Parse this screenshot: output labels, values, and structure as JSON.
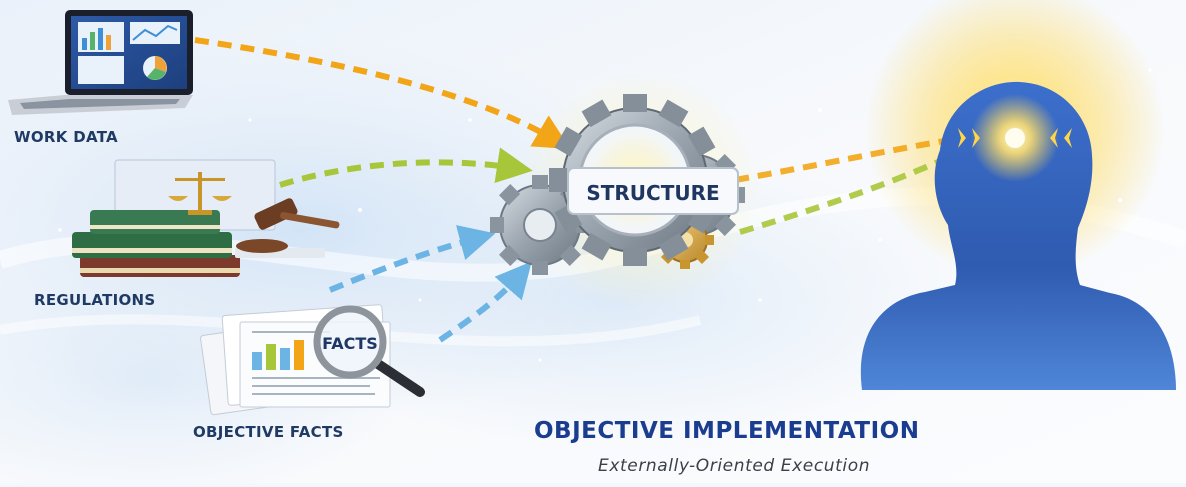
{
  "labels": {
    "work_data": "WORK DATA",
    "regulations": "REGULATIONS",
    "objective_facts": "OBJECTIVE FACTS",
    "structure": "STRUCTURE",
    "facts": "FACTS"
  },
  "title": "OBJECTIVE IMPLEMENTATION",
  "subtitle": "Externally-Oriented Execution",
  "colors": {
    "title": "#1b3d8f",
    "label": "#1f3a63",
    "arrow_orange": "#f2a516",
    "arrow_green": "#a8c63a",
    "arrow_blue": "#6cb4e4",
    "head_blue": "#2e5fb4",
    "glow": "#ffd54a",
    "gear": "#9aa4ae"
  },
  "icons": [
    "laptop-icon",
    "law-books-icon",
    "scales-icon",
    "gavel-icon",
    "documents-icon",
    "magnifier-icon",
    "gear-icon",
    "human-head-icon"
  ]
}
